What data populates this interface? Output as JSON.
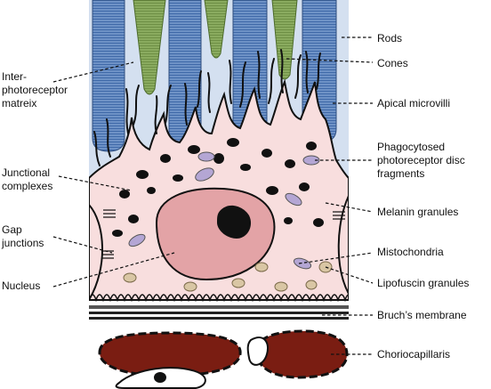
{
  "labels": {
    "rods": "Rods",
    "cones": "Cones",
    "apical_microvilli": "Apical microvilli",
    "phagocytosed": "Phagocytosed\nphotoreceptor disc\nfragments",
    "melanin_granules": "Melanin granules",
    "mitochondria": "Mistochondria",
    "lipofuscin_granules": "Lipofuscin granules",
    "bruchs_membrane": "Bruch’s membrane",
    "choriocapillaris": "Choriocapillaris",
    "interphotoreceptor_matrix": "Inter-\nphotoreceptor\nmatreix",
    "junctional_complexes": "Junctional\ncomplexes",
    "gap_junctions": "Gap\njunctions",
    "nucleus": "Nucleus"
  },
  "colors": {
    "rod": "#4f79b7",
    "rod_light": "#a9c2e2",
    "cone": "#84a55a",
    "matrix": "#d4e0f0",
    "cytoplasm": "#f8dede",
    "nucleus": "#e3a3a6",
    "melanin": "#111111",
    "mitochondria": "#b4a6d4",
    "lipofuscin": "#d9c6a4",
    "capillary": "#7a1d12"
  }
}
